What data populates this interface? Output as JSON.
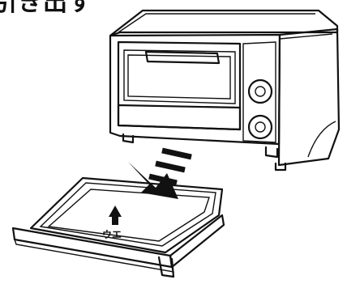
{
  "caption": "に引き出す",
  "tray_label": "ウエ",
  "colors": {
    "ink": "#111111",
    "hatch": "#9a9a9a",
    "background": "#ffffff"
  },
  "icons": [
    "toaster-oven-illustration",
    "pull-out-arrow-icon",
    "crumb-tray-illustration",
    "up-arrow-icon"
  ]
}
